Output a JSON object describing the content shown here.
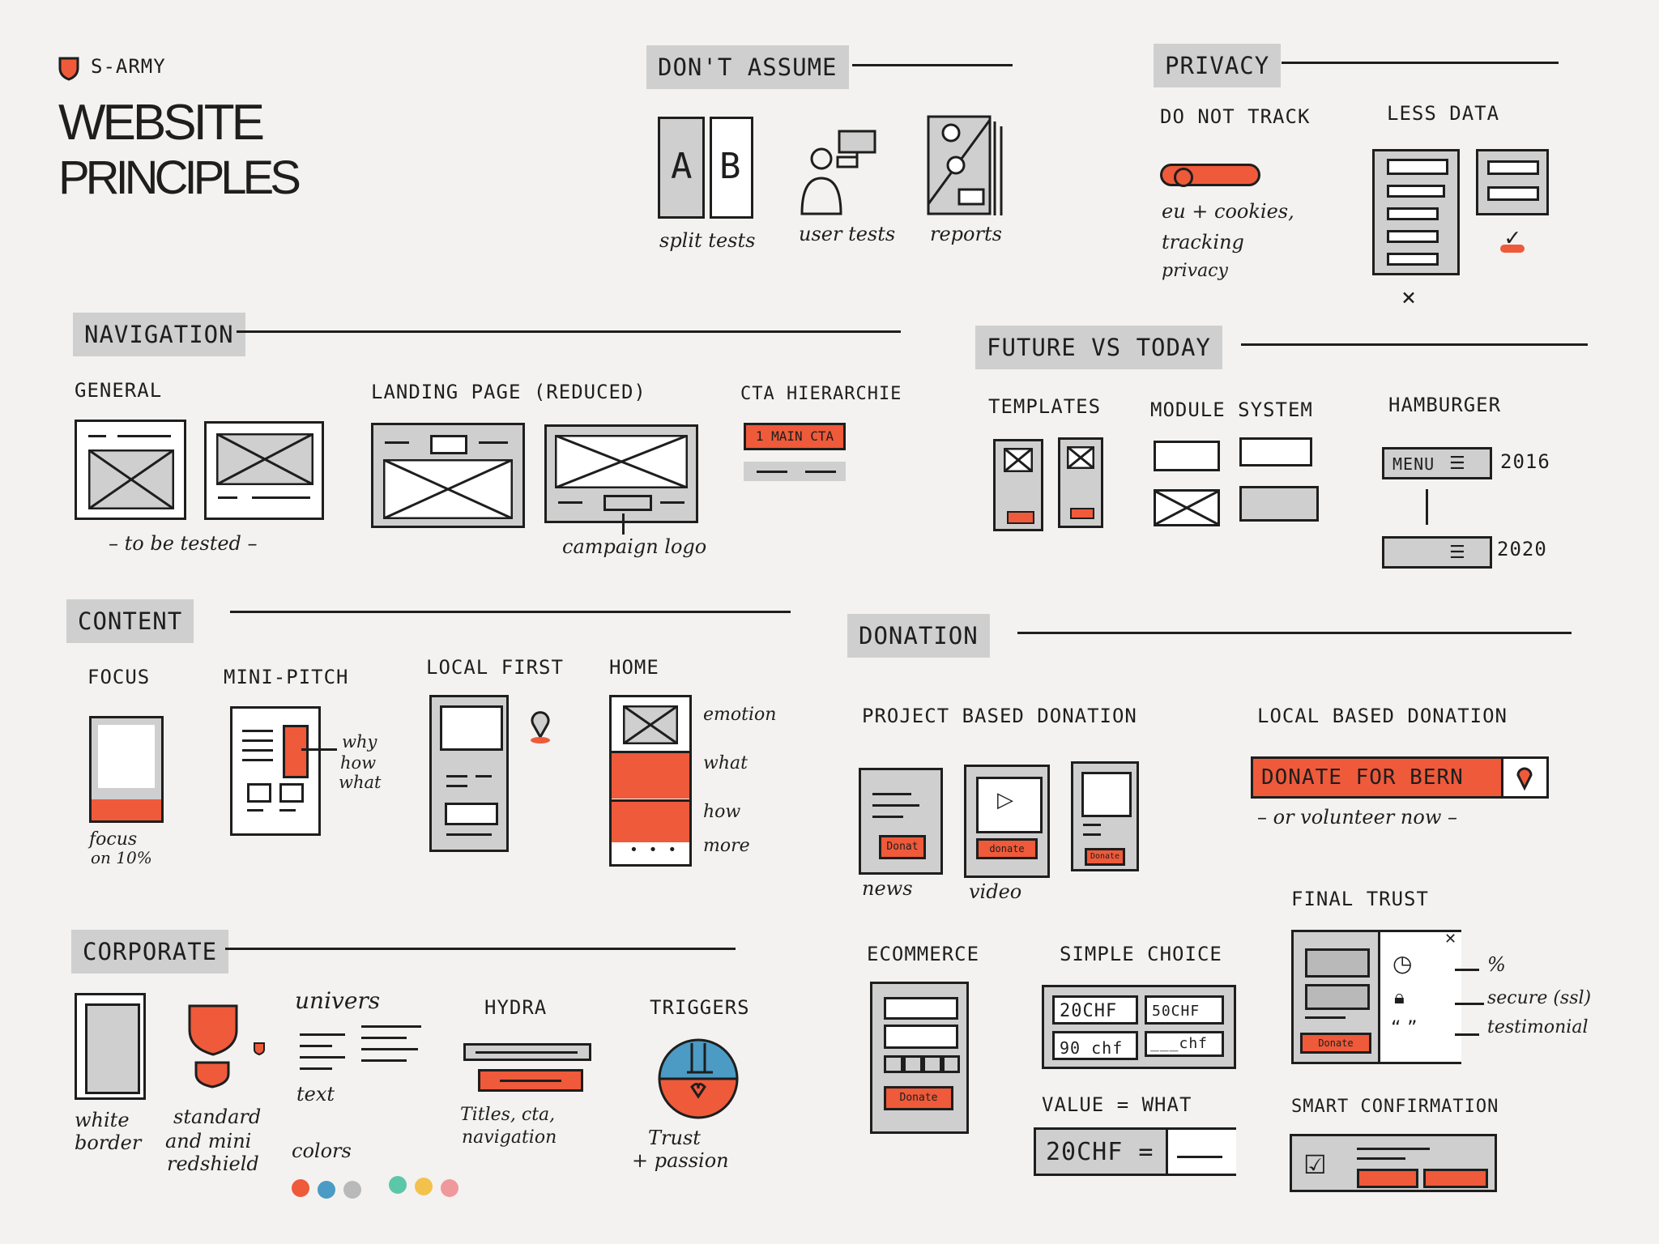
{
  "brand": {
    "name": "S-ARMY",
    "title_line1": "WEBSITE",
    "title_line2": "PRINCIPLES"
  },
  "dont_assume": {
    "header": "DON'T ASSUME",
    "split_a": "A",
    "split_b": "B",
    "items": [
      "split tests",
      "user tests",
      "reports"
    ]
  },
  "privacy": {
    "header": "PRIVACY",
    "do_not_track": "DO NOT TRACK",
    "less_data": "LESS DATA",
    "notes": [
      "eu + cookies,",
      "tracking",
      "privacy"
    ],
    "cross": "×",
    "check": "✓"
  },
  "navigation": {
    "header": "NAVIGATION",
    "general": "GENERAL",
    "tested": "– to be tested –",
    "landing": "LANDING PAGE (REDUCED)",
    "campaign_logo": "campaign logo",
    "cta_hierarchy": "CTA HIERARCHIE",
    "main_cta": "1 MAIN CTA"
  },
  "future": {
    "header": "FUTURE VS TODAY",
    "templates": "TEMPLATES",
    "module_system": "MODULE SYSTEM",
    "hamburger": "HAMBURGER",
    "menu": "MENU",
    "year_old": "2016",
    "year_new": "2020"
  },
  "content": {
    "header": "CONTENT",
    "focus": "FOCUS",
    "focus_note": [
      "focus",
      "on 10%"
    ],
    "mini_pitch": "MINI-PITCH",
    "pitch_notes": [
      "why",
      "how",
      "what"
    ],
    "local_first": "LOCAL FIRST",
    "home": "HOME",
    "home_notes": [
      "emotion",
      "what",
      "how",
      "more"
    ],
    "more_dots": "• • •"
  },
  "donation": {
    "header": "DONATION",
    "project_based": "PROJECT BASED DONATION",
    "local_based": "LOCAL BASED DONATION",
    "donate_for_bern": "DONATE FOR BERN",
    "volunteer": "– or volunteer now –",
    "btn_news": "Donat",
    "btn_video": "donate",
    "btn_third": "Donate",
    "captions": [
      "news",
      "video"
    ],
    "ecommerce": "ECOMMERCE",
    "ecommerce_btn": "Donate",
    "simple_choice": "SIMPLE CHOICE",
    "choices": [
      "20CHF",
      "50CHF",
      "90 chf",
      "___chf"
    ],
    "value_what": "VALUE = WHAT",
    "value_amount": "20CHF =",
    "final_trust": "FINAL TRUST",
    "trust_btn": "Donate",
    "trust_notes": [
      "%",
      "secure (ssl)",
      "testimonial"
    ],
    "smart_confirmation": "SMART CONFIRMATION"
  },
  "corporate": {
    "header": "CORPORATE",
    "white_border": [
      "white",
      "border"
    ],
    "standard": [
      "standard",
      "and mini",
      "redshield"
    ],
    "univers": "univers",
    "text": "text",
    "colors": "colors",
    "hydra": "HYDRA",
    "hydra_note": [
      "Titles, cta,",
      "navigation"
    ],
    "triggers": "TRIGGERS",
    "triggers_note": [
      "Trust",
      "+ passion"
    ]
  },
  "colors": {
    "accent": "#ee5a3a",
    "grey": "#cfcfcf",
    "ink": "#1e1e1e",
    "paper": "#f3f2f0"
  },
  "palette": [
    "#ee5a3a",
    "#4b9bc4",
    "#b9b9b9",
    "#5cc7a8",
    "#f2c24d",
    "#f0999c"
  ]
}
